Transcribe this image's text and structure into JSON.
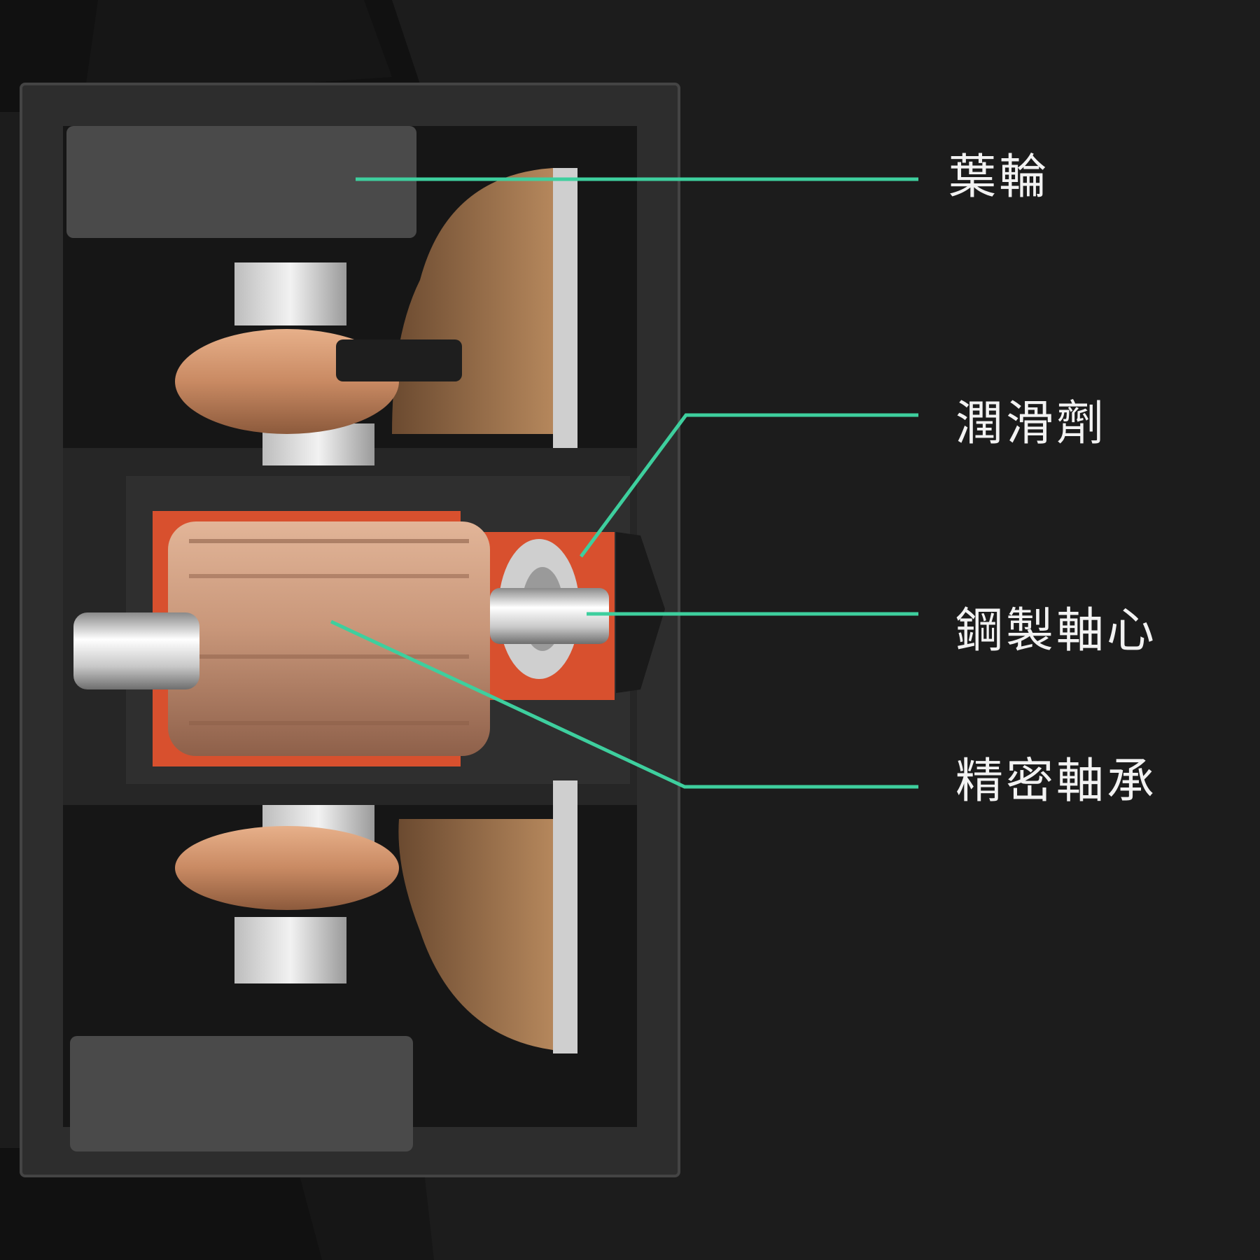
{
  "callouts": [
    {
      "id": "impeller",
      "label": "葉輪"
    },
    {
      "id": "lubricant",
      "label": "潤滑劑"
    },
    {
      "id": "steel-shaft",
      "label": "鋼製軸心"
    },
    {
      "id": "precision-bearing",
      "label": "精密軸承"
    }
  ],
  "colors": {
    "background": "#1c1c1c",
    "leader_line": "#3ecf9e",
    "label_text": "#f2f2f2",
    "lubricant": "#d8502e",
    "copper": "#c98a63",
    "bearing_body": "#c9977a",
    "housing": "#2b2b2b",
    "steel": "#d9d9d9",
    "magnet": "#4a4a4a",
    "impeller_disc": "#a87a52"
  }
}
